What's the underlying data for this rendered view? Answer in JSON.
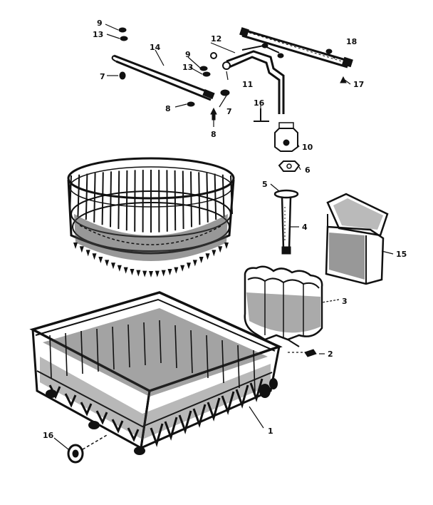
{
  "diagram": {
    "callouts": [
      {
        "id": "c9a",
        "text": "9"
      },
      {
        "id": "c13a",
        "text": "13"
      },
      {
        "id": "c14",
        "text": "14"
      },
      {
        "id": "c7a",
        "text": "7"
      },
      {
        "id": "c9b",
        "text": "9"
      },
      {
        "id": "c13b",
        "text": "13"
      },
      {
        "id": "c12",
        "text": "12"
      },
      {
        "id": "c18",
        "text": "18"
      },
      {
        "id": "c11",
        "text": "11"
      },
      {
        "id": "c17",
        "text": "17"
      },
      {
        "id": "c8a",
        "text": "8"
      },
      {
        "id": "c7b",
        "text": "7"
      },
      {
        "id": "c8b",
        "text": "8"
      },
      {
        "id": "c16a",
        "text": "16"
      },
      {
        "id": "c10",
        "text": "10"
      },
      {
        "id": "c6",
        "text": "6"
      },
      {
        "id": "c5",
        "text": "5"
      },
      {
        "id": "c4",
        "text": "4"
      },
      {
        "id": "c15",
        "text": "15"
      },
      {
        "id": "c3",
        "text": "3"
      },
      {
        "id": "c2",
        "text": "2"
      },
      {
        "id": "c1",
        "text": "1"
      },
      {
        "id": "c16b",
        "text": "16"
      }
    ]
  }
}
